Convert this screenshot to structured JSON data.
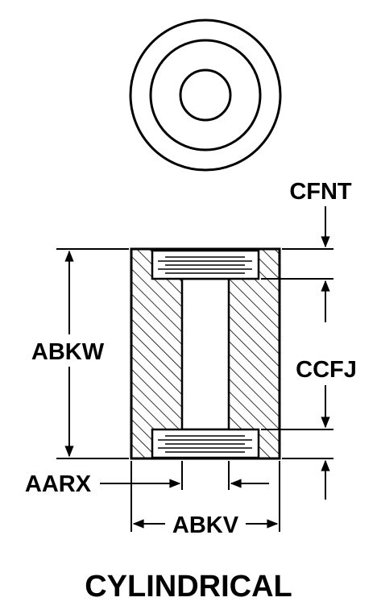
{
  "diagram": {
    "title": "CYLINDRICAL",
    "labels": {
      "cfnt": "CFNT",
      "abkw": "ABKW",
      "ccfj": "CCFJ",
      "aarx": "AARX",
      "abkv": "ABKV"
    },
    "colors": {
      "ink": "#000000",
      "paper": "#ffffff"
    }
  }
}
